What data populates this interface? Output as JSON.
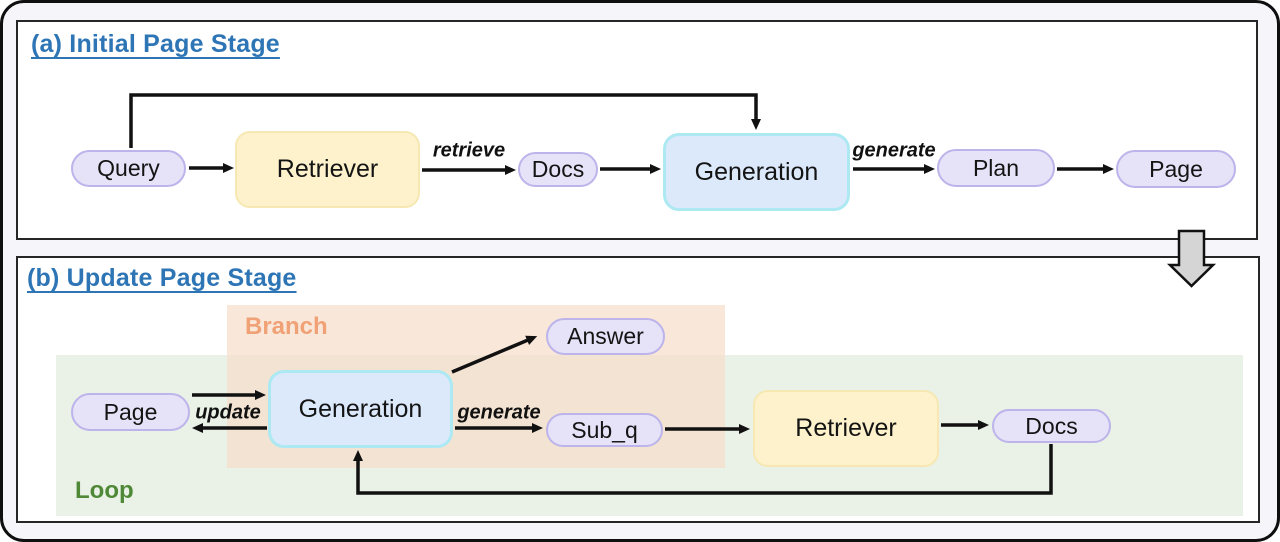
{
  "colors": {
    "canvas_bg": "#F6F6FA",
    "panel_bg": "#FFFFFF",
    "panel_border": "#262626",
    "title_blue": "#2E75B6",
    "pill_fill": "#E6E2F8",
    "pill_border": "#BCB4EA",
    "proc_fill": "#FDF2CC",
    "proc_border": "#F7E8B3",
    "gen_fill": "#DBE9FB",
    "gen_border": "#ACE9F2",
    "branch_bg_rgba": "rgba(246,219,199,0.66)",
    "branch_text": "#F0A175",
    "loop_bg": "#EAF2E8",
    "loop_text": "#4F8937",
    "arrow_color": "#111111",
    "block_arrow_fill": "#D5D5D5"
  },
  "panel_a": {
    "title": "(a) Initial Page Stage",
    "nodes": {
      "query": "Query",
      "retriever": "Retriever",
      "docs": "Docs",
      "generation": "Generation",
      "plan": "Plan",
      "page": "Page"
    },
    "edges": {
      "retrieve": "retrieve",
      "generate": "generate"
    }
  },
  "panel_b": {
    "title": "(b) Update Page Stage",
    "regions": {
      "branch": "Branch",
      "loop": "Loop"
    },
    "nodes": {
      "page": "Page",
      "generation": "Generation",
      "answer": "Answer",
      "sub_q": "Sub_q",
      "retriever": "Retriever",
      "docs": "Docs"
    },
    "edges": {
      "update": "update",
      "generate": "generate"
    }
  }
}
